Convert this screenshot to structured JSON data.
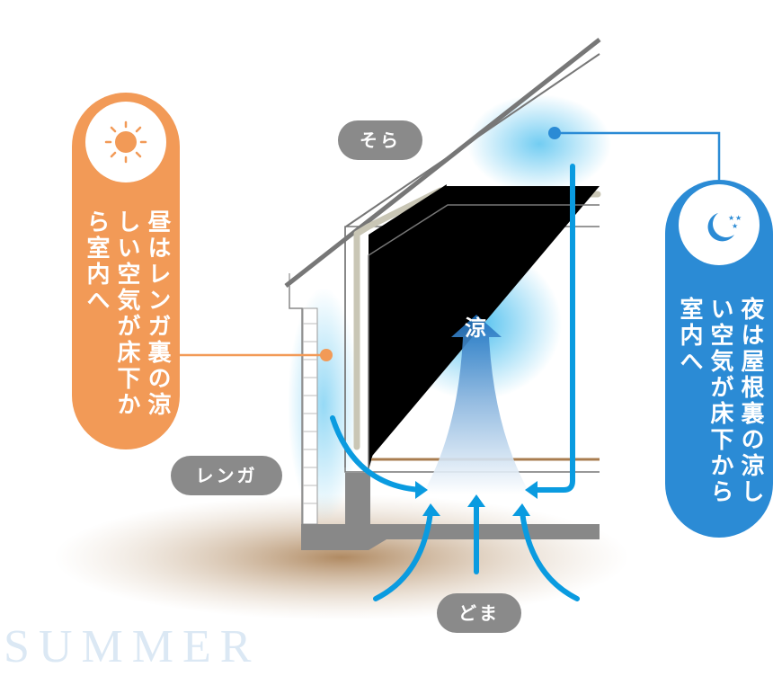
{
  "labels": {
    "sora": "そら",
    "renga": "レンガ",
    "doma": "どま",
    "ryo": "涼"
  },
  "day_callout": {
    "icon": "sun-icon",
    "text": "昼はレンガ裏の涼しい空気が床下から室内へ",
    "color": "#f29a57"
  },
  "night_callout": {
    "icon": "moon-stars-icon",
    "text": "夜は屋根裏の涼しい空気が床下から室内へ",
    "color": "#2b8bd5"
  },
  "season": "SUMMER"
}
